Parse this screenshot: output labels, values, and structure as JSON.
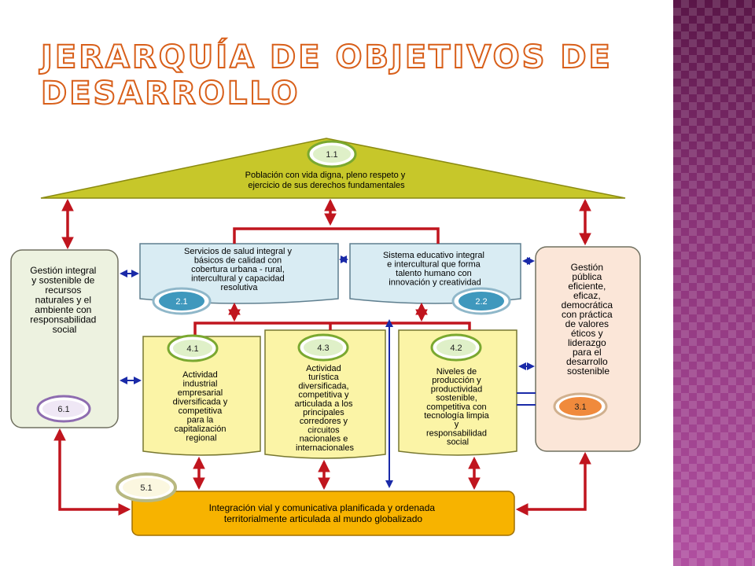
{
  "title": "Jerarquía de Objetivos de Desarrollo",
  "nodes": {
    "n11": {
      "id": "1.1",
      "lines": [
        "Población con vida digna, pleno respeto y",
        "ejercicio de sus derechos fundamentales"
      ]
    },
    "n21": {
      "id": "2.1",
      "lines": [
        "Servicios de salud integral y",
        "básicos de calidad con",
        "cobertura urbana - rural,",
        "intercultural y capacidad",
        "resolutiva"
      ]
    },
    "n22": {
      "id": "2.2",
      "lines": [
        "Sistema educativo integral",
        "e intercultural que forma",
        "talento humano con",
        "innovación y creatividad"
      ]
    },
    "n61": {
      "id": "6.1",
      "lines": [
        "Gestión integral",
        "y sostenible de",
        "recursos",
        "naturales y el",
        "ambiente con",
        "responsabilidad",
        "social"
      ]
    },
    "n31": {
      "id": "3.1",
      "lines": [
        "Gestión",
        "pública",
        "eficiente,",
        "eficaz,",
        "democrática",
        "con práctica",
        "de valores",
        "éticos y",
        "liderazgo",
        "para el",
        "desarrollo",
        "sostenible"
      ]
    },
    "n41": {
      "id": "4.1",
      "lines": [
        "Actividad",
        "industrial",
        "empresarial",
        "diversificada y",
        "competitiva",
        "para la",
        "capitalización",
        "regional"
      ]
    },
    "n43": {
      "id": "4.3",
      "lines": [
        "Actividad",
        "turística",
        "diversificada,",
        "competitiva y",
        "articulada a los",
        "principales",
        "corredores y",
        "circuitos",
        "nacionales e",
        "internacionales"
      ]
    },
    "n42": {
      "id": "4.2",
      "lines": [
        "Niveles de",
        "producción y",
        "productividad",
        "sostenible,",
        "competitiva con",
        "tecnología limpia",
        "y",
        "responsabilidad",
        "social"
      ]
    },
    "n51": {
      "id": "5.1",
      "lines": [
        "Integración vial y comunicativa planificada y ordenada",
        "territorialmente articulada al mundo globalizado"
      ]
    }
  },
  "colors": {
    "roof": "#c7c72a",
    "health_edu": "#d9ecf3",
    "side_left": "#edf2e0",
    "side_right": "#fbe6d8",
    "production": "#fbf4a6",
    "integration": "#f7b300",
    "red_arrow": "#c0151e",
    "blue_arrow": "#1a2aa8",
    "title_outline": "#d85f1a"
  }
}
